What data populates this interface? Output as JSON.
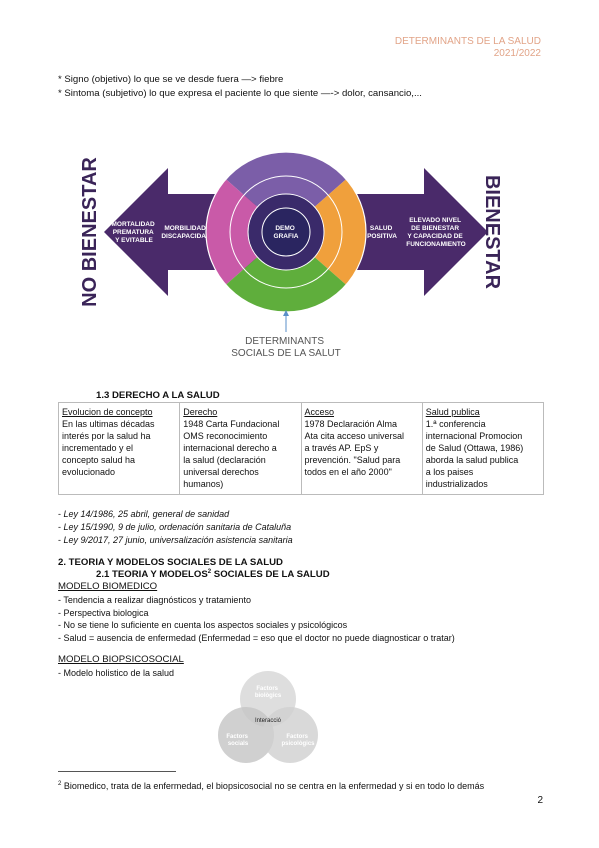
{
  "header": {
    "line1": "DETERMINANTS DE LA SALUD",
    "line2": "2021/2022"
  },
  "bullets": [
    "* Signo (objetivo) lo que se ve desde fuera —> fiebre",
    "* Sintoma (subjetivo) lo que expresa el paciente lo que siente —-> dolor, cansancio,..."
  ],
  "figure": {
    "left_label": "NO BIENESTAR",
    "right_label": "BIENESTAR",
    "arrow_left_1": [
      "MORTALIDAD",
      "PREMATURA",
      "Y EVITABLE"
    ],
    "arrow_left_2": [
      "MORBILIDAD",
      "DISCAPACIDAD"
    ],
    "arrow_right_1": [
      "SALUD",
      "POSITIVA"
    ],
    "arrow_right_2": [
      "ELEVADO NIVEL",
      "DE BIENESTAR",
      "Y CAPACIDAD DE",
      "FUNCIONAMIENTO"
    ],
    "center": [
      "DEMO",
      "GRAFIA"
    ],
    "caption": [
      "DETERMINANTS",
      "SOCIALS DE LA SALUT"
    ],
    "colors": {
      "arrow": "#4a2a6a",
      "top": "#7b5ea8",
      "left": "#c95aa8",
      "right": "#f0a03c",
      "bottom": "#5fae3c",
      "center": "#2a2560"
    }
  },
  "section_1_3": {
    "title": "1.3 DERECHO A LA SALUD",
    "columns": [
      {
        "head": "Evolucion de concepto",
        "body": [
          "En las ultimas décadas",
          "interés por la salud ha",
          "incrementado y el",
          "concepto salud ha",
          "evolucionado"
        ]
      },
      {
        "head": "Derecho",
        "body": [
          "1948 Carta Fundacional",
          "OMS reconocimiento",
          "internacional derecho a",
          "la salud (declaración",
          "universal derechos",
          "humanos)"
        ]
      },
      {
        "head": "Acceso",
        "body": [
          "1978 Declaración Alma",
          "Ata cita acceso universal",
          "a través AP. EpS y",
          "prevención. \"Salud para",
          "todos en el año 2000\""
        ]
      },
      {
        "head": "Salud publica",
        "body": [
          "1.ª conferencia",
          "internacional Promocion",
          "de Salud (Ottawa, 1986)",
          "aborda la salud publica",
          "a los paises",
          "industrializados"
        ]
      }
    ]
  },
  "laws": [
    "Ley 14/1986, 25 abril, general de sanidad",
    "Ley 15/1990, 9 de julio, ordenación sanitaria de Cataluña",
    "Ley 9/2017, 27 junio, universalización asistencia sanitaria"
  ],
  "section_2": {
    "title": "2. TEORIA Y MODELOS SOCIALES DE LA SALUD",
    "subtitle_pre": "2.1 TEORIA Y MODELOS",
    "subtitle_sup": "2",
    "subtitle_post": " SOCIALES DE LA SALUD",
    "model1_title": "MODELO BIOMEDICO",
    "model1_items": [
      "Tendencia a realizar diagnósticos y tratamiento",
      "Perspectiva biologica",
      "No se tiene lo suficiente en cuenta los aspectos sociales y psicológicos",
      "Salud = ausencia de enfermedad (Enfermedad = eso que el doctor no puede diagnosticar o tratar)"
    ],
    "model2_title": "MODELO BIOPSICOSOCIAL",
    "model2_items": [
      "Modelo holistico de la salud"
    ]
  },
  "venn": {
    "top": [
      "Factors",
      "biològics"
    ],
    "left": [
      "Factors",
      "socials"
    ],
    "right": [
      "Factors",
      "psicològics"
    ],
    "center": "Interacció"
  },
  "footnote": {
    "mark": "2",
    "text": " Biomedico, trata de la enfermedad, el biopsicosocial no se centra en la enfermedad y si en todo lo demás"
  },
  "page_number": "2"
}
